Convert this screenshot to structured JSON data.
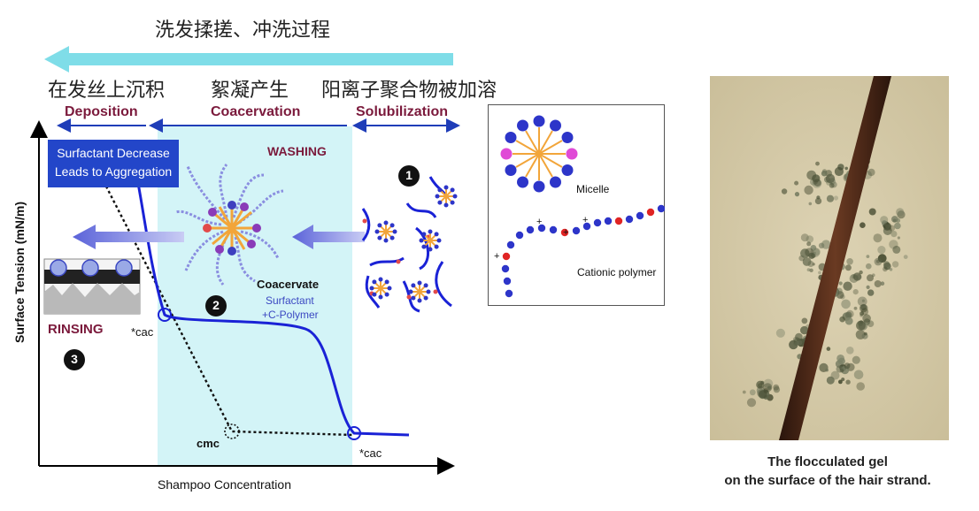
{
  "process": {
    "title": "洗发揉搓、冲洗过程",
    "stage_deposition_cn": "在发丝上沉积",
    "stage_flocculation_cn": "絮凝产生",
    "stage_solubilization_cn": "阳离子聚合物被加溶"
  },
  "phases": {
    "deposition": "Deposition",
    "coacervation": "Coacervation",
    "solubilization": "Solubilization"
  },
  "diagram": {
    "ylabel": "Surface Tension (mN/m)",
    "xlabel": "Shampoo Concentration",
    "washing": "WASHING",
    "rinsing": "RINSING",
    "aggregation_note_line1": "Surfactant Decrease",
    "aggregation_note_line2": "Leads to Aggregation",
    "coacervate_title": "Coacervate",
    "coacervate_line1": "Surfactant",
    "coacervate_line2": "+C-Polymer",
    "cac_marker": "*cac",
    "cmc_marker": "cmc",
    "step1": "1",
    "step2": "2",
    "step3": "3"
  },
  "inset": {
    "micelle_label": "Micelle",
    "polymer_label": "Cationic polymer",
    "plus_sign": "+"
  },
  "photo": {
    "caption_line1": "The flocculated gel",
    "caption_line2": "on the surface of the hair strand."
  },
  "colors": {
    "cyan_arrow": "#7fdde8",
    "washing_band": "#d3f4f7",
    "phase_maroon": "#7b1a3c",
    "phase_blue": "#1f3db8",
    "curve_blue": "#1a22d6",
    "micelle_orange": "#f2a53a",
    "micelle_blue": "#2d35c9",
    "micelle_pink": "#e04ad6"
  }
}
